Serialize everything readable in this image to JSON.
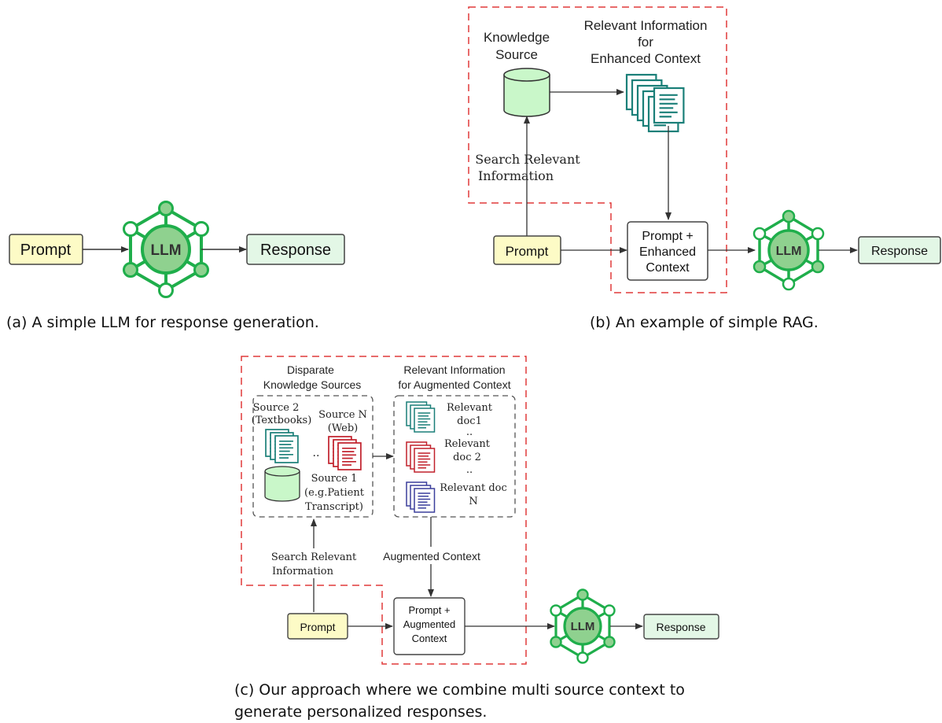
{
  "colors": {
    "llm_stroke": "#1fae4b",
    "llm_fill": "#8fd18f",
    "prompt_fill": "#fdfbc6",
    "response_fill": "#e3f7e6",
    "db_fill": "#c9f7c9",
    "doc_teal": "#1a7f78",
    "doc_red": "#c1202b",
    "doc_blue": "#3b3f9c",
    "dashed_red": "#e03a3a",
    "arrow": "#333333"
  },
  "panel_a": {
    "prompt": "Prompt",
    "llm": "LLM",
    "response": "Response",
    "caption": "(a) A simple LLM for response generation."
  },
  "panel_b": {
    "knowledge_source_1": "Knowledge",
    "knowledge_source_2": "Source",
    "relevant_info_1": "Relevant Information",
    "relevant_info_2": "for",
    "relevant_info_3": "Enhanced Context",
    "search_1": "Search Relevant",
    "search_2": "Information",
    "prompt": "Prompt",
    "context_1": "Prompt +",
    "context_2": "Enhanced",
    "context_3": "Context",
    "llm": "LLM",
    "response": "Response",
    "caption": "(b) An example of simple RAG."
  },
  "panel_c": {
    "sources_title_1": "Disparate",
    "sources_title_2": "Knowledge Sources",
    "info_title_1": "Relevant Information",
    "info_title_2": "for Augmented Context",
    "source2_1": "Source 2",
    "source2_2": "(Textbooks)",
    "sourceN_1": "Source N",
    "sourceN_2": "(Web)",
    "dots": "..",
    "source1_1": "Source 1",
    "source1_2": "(e.g.Patient",
    "source1_3": "Transcript)",
    "doc1_1": "Relevant",
    "doc1_2": "doc1",
    "doc2_1": "Relevant",
    "doc2_2": "doc 2",
    "docN_1": "Relevant doc",
    "docN_2": "N",
    "augmented_label": "Augmented Context",
    "search_1": "Search Relevant",
    "search_2": "Information",
    "prompt": "Prompt",
    "context_1": "Prompt +",
    "context_2": "Augmented",
    "context_3": "Context",
    "llm": "LLM",
    "response": "Response",
    "caption_1": "(c) Our approach where we combine multi source context to",
    "caption_2": "generate personalized responses."
  }
}
